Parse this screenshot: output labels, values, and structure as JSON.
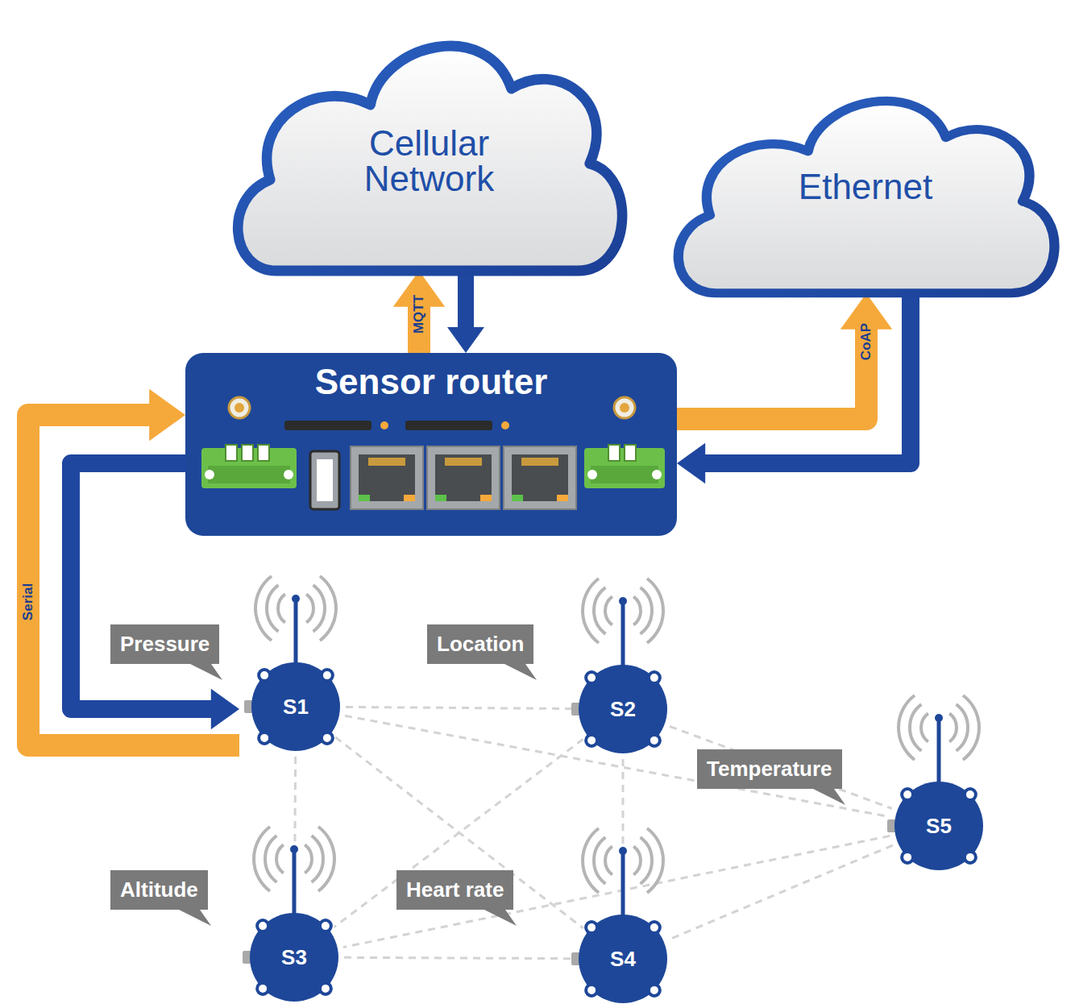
{
  "diagram": {
    "nodes": [
      {
        "text": [
          "Cellular Network"
        ]
      },
      {
        "text": [
          "Ethernet"
        ]
      },
      {
        "text": [
          "Sensor router"
        ]
      },
      {
        "text": [
          "Pressure",
          "S1"
        ]
      },
      {
        "text": [
          "Location",
          "S2"
        ]
      },
      {
        "text": [
          "Temperature",
          "S5"
        ]
      },
      {
        "text": [
          "Altitude",
          "S3"
        ]
      },
      {
        "text": [
          "Heart rate",
          "S4"
        ]
      }
    ],
    "edges": [
      {
        "from": 2,
        "to": 0,
        "label": "MQTT",
        "arrow": "to"
      },
      {
        "from": 0,
        "to": 2,
        "arrow": "to"
      },
      {
        "from": 2,
        "to": 1,
        "label": "CoAP",
        "arrow": "to"
      },
      {
        "from": 1,
        "to": 2,
        "arrow": "to"
      },
      {
        "from": 3,
        "to": 2,
        "label": "Serial",
        "arrow": "to"
      },
      {
        "from": 2,
        "to": 3,
        "arrow": "to"
      },
      {
        "from": 3,
        "to": 4,
        "arrow": "none"
      },
      {
        "from": 3,
        "to": 5,
        "arrow": "none"
      },
      {
        "from": 3,
        "to": 6,
        "arrow": "none"
      },
      {
        "from": 3,
        "to": 7,
        "arrow": "none"
      },
      {
        "from": 4,
        "to": 5,
        "arrow": "none"
      },
      {
        "from": 4,
        "to": 6,
        "arrow": "none"
      },
      {
        "from": 4,
        "to": 7,
        "arrow": "none"
      },
      {
        "from": 5,
        "to": 6,
        "arrow": "none"
      },
      {
        "from": 5,
        "to": 7,
        "arrow": "none"
      },
      {
        "from": 6,
        "to": 7,
        "arrow": "none"
      }
    ]
  }
}
